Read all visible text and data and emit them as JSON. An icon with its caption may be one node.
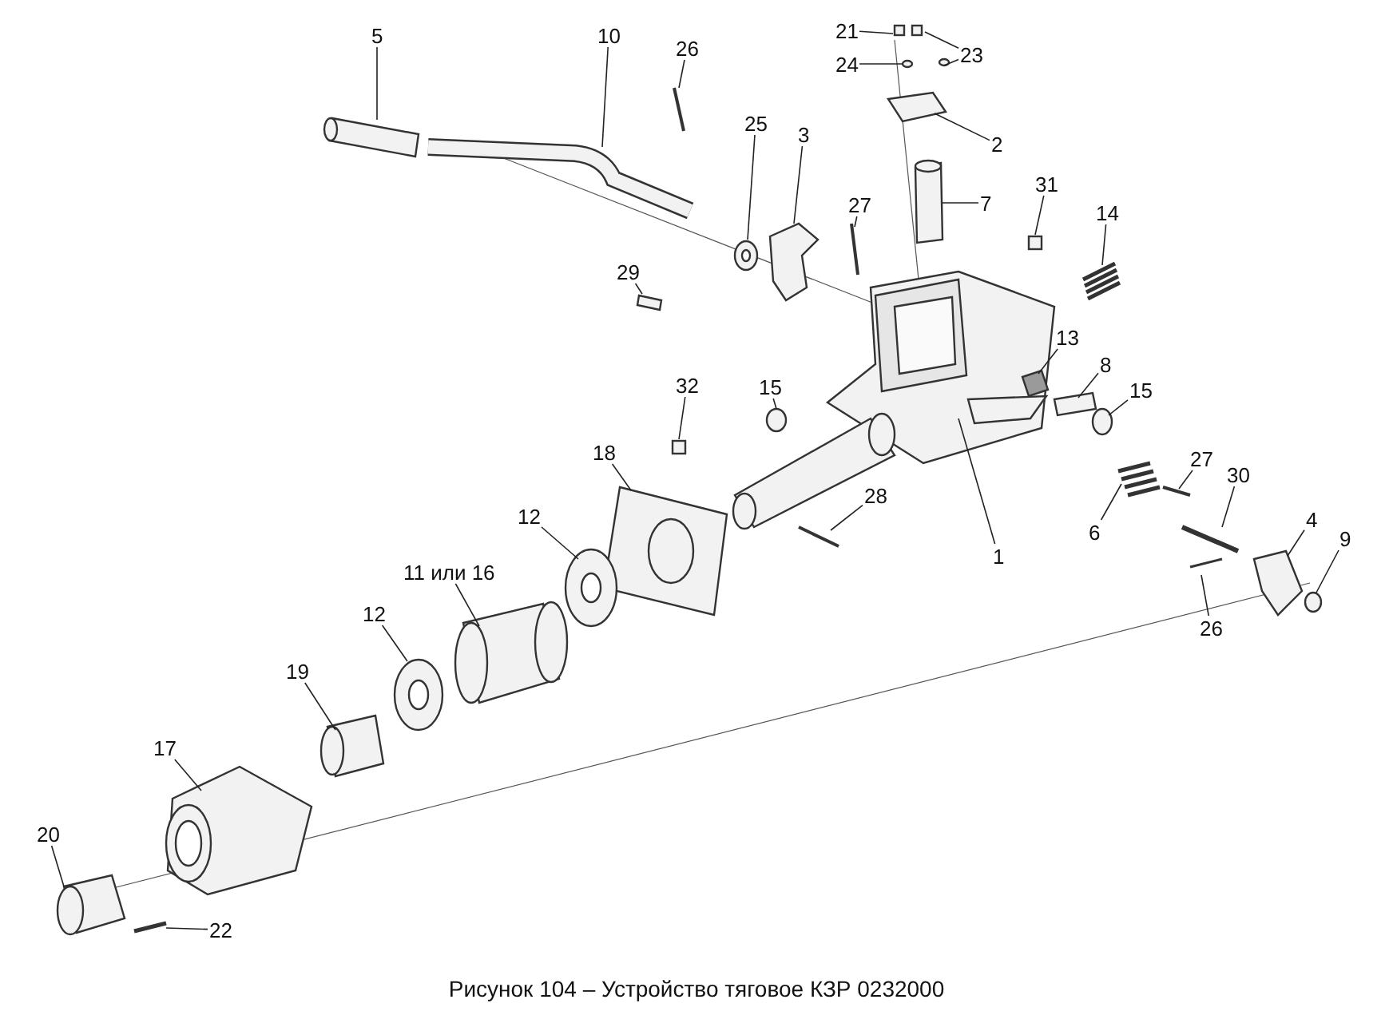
{
  "diagram": {
    "caption": "Рисунок 104 – Устройство тяговое КЗР 0232000",
    "nodes": [
      {
        "text": [
          "21"
        ]
      },
      {
        "text": [
          "24"
        ]
      },
      {
        "text": [
          "5"
        ]
      },
      {
        "text": [
          "10"
        ]
      },
      {
        "text": [
          "26"
        ]
      },
      {
        "text": [
          "23"
        ]
      },
      {
        "text": [
          "2"
        ]
      },
      {
        "text": [
          "25"
        ]
      },
      {
        "text": [
          "3"
        ]
      },
      {
        "text": [
          "31"
        ]
      },
      {
        "text": [
          "7"
        ]
      },
      {
        "text": [
          "14"
        ]
      },
      {
        "text": [
          "27"
        ]
      },
      {
        "text": [
          "29"
        ]
      },
      {
        "text": [
          "13"
        ]
      },
      {
        "text": [
          "8"
        ]
      },
      {
        "text": [
          "15"
        ]
      },
      {
        "text": [
          "15"
        ]
      },
      {
        "text": [
          "32"
        ]
      },
      {
        "text": [
          "18"
        ]
      },
      {
        "text": [
          "27"
        ]
      },
      {
        "text": [
          "30"
        ]
      },
      {
        "text": [
          "28"
        ]
      },
      {
        "text": [
          "12"
        ]
      },
      {
        "text": [
          "6"
        ]
      },
      {
        "text": [
          "4"
        ]
      },
      {
        "text": [
          "9"
        ]
      },
      {
        "text": [
          "1"
        ]
      },
      {
        "text": [
          "11 или 16"
        ]
      },
      {
        "text": [
          "26"
        ]
      },
      {
        "text": [
          "12"
        ]
      },
      {
        "text": [
          "19"
        ]
      },
      {
        "text": [
          "17"
        ]
      },
      {
        "text": [
          "20"
        ]
      },
      {
        "text": [
          "22"
        ]
      }
    ],
    "edges": [
      {
        "from": 0,
        "to": null,
        "arrow": "none"
      },
      {
        "from": 1,
        "to": null,
        "arrow": "none"
      },
      {
        "from": 2,
        "to": null,
        "arrow": "none"
      },
      {
        "from": 3,
        "to": null,
        "arrow": "none"
      },
      {
        "from": 4,
        "to": null,
        "arrow": "none"
      },
      {
        "from": 5,
        "to": null,
        "arrow": "none"
      },
      {
        "from": 5,
        "to": null,
        "arrow": "none"
      },
      {
        "from": 6,
        "to": null,
        "arrow": "none"
      },
      {
        "from": 7,
        "to": null,
        "arrow": "none"
      },
      {
        "from": 8,
        "to": null,
        "arrow": "none"
      },
      {
        "from": 9,
        "to": null,
        "arrow": "none"
      },
      {
        "from": 10,
        "to": null,
        "arrow": "none"
      },
      {
        "from": 11,
        "to": null,
        "arrow": "none"
      },
      {
        "from": 12,
        "to": null,
        "arrow": "none"
      },
      {
        "from": 13,
        "to": null,
        "arrow": "none"
      },
      {
        "from": 14,
        "to": null,
        "arrow": "none"
      },
      {
        "from": 15,
        "to": null,
        "arrow": "none"
      },
      {
        "from": 16,
        "to": null,
        "arrow": "none"
      },
      {
        "from": 17,
        "to": null,
        "arrow": "none"
      },
      {
        "from": 18,
        "to": null,
        "arrow": "none"
      },
      {
        "from": 19,
        "to": null,
        "arrow": "none"
      },
      {
        "from": 20,
        "to": null,
        "arrow": "none"
      },
      {
        "from": 21,
        "to": null,
        "arrow": "none"
      },
      {
        "from": 22,
        "to": null,
        "arrow": "none"
      },
      {
        "from": 23,
        "to": null,
        "arrow": "none"
      },
      {
        "from": 24,
        "to": null,
        "arrow": "none"
      },
      {
        "from": 25,
        "to": null,
        "arrow": "none"
      },
      {
        "from": 26,
        "to": null,
        "arrow": "none"
      },
      {
        "from": 27,
        "to": null,
        "arrow": "none"
      },
      {
        "from": 28,
        "to": null,
        "arrow": "none"
      },
      {
        "from": 29,
        "to": null,
        "arrow": "none"
      },
      {
        "from": 30,
        "to": null,
        "arrow": "none"
      },
      {
        "from": 31,
        "to": null,
        "arrow": "none"
      },
      {
        "from": 32,
        "to": null,
        "arrow": "none"
      },
      {
        "from": 33,
        "to": null,
        "arrow": "none"
      },
      {
        "from": 34,
        "to": null,
        "arrow": "none"
      }
    ]
  }
}
